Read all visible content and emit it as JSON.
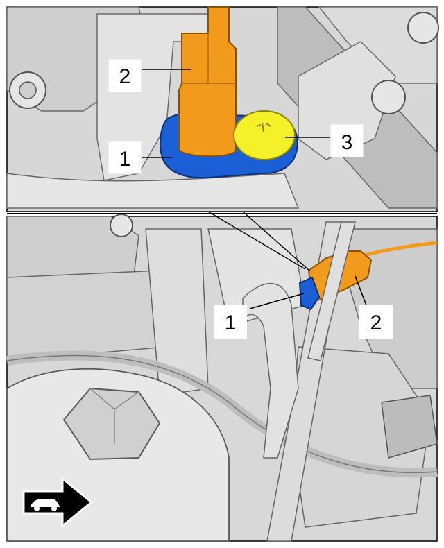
{
  "callouts_top": [
    {
      "id": "2",
      "label": "2"
    },
    {
      "id": "1",
      "label": "1"
    },
    {
      "id": "3",
      "label": "3"
    }
  ],
  "callouts_bottom": [
    {
      "id": "1",
      "label": "1"
    },
    {
      "id": "2",
      "label": "2"
    }
  ],
  "badge": {
    "icon": "car-direction-arrow-icon"
  },
  "colors": {
    "connector_orange": "#f29a1c",
    "bracket_blue": "#1b5fd6",
    "cap_yellow": "#f4f02a",
    "engine_gray": "#d9d9d9",
    "outline": "#4a4a4a"
  }
}
